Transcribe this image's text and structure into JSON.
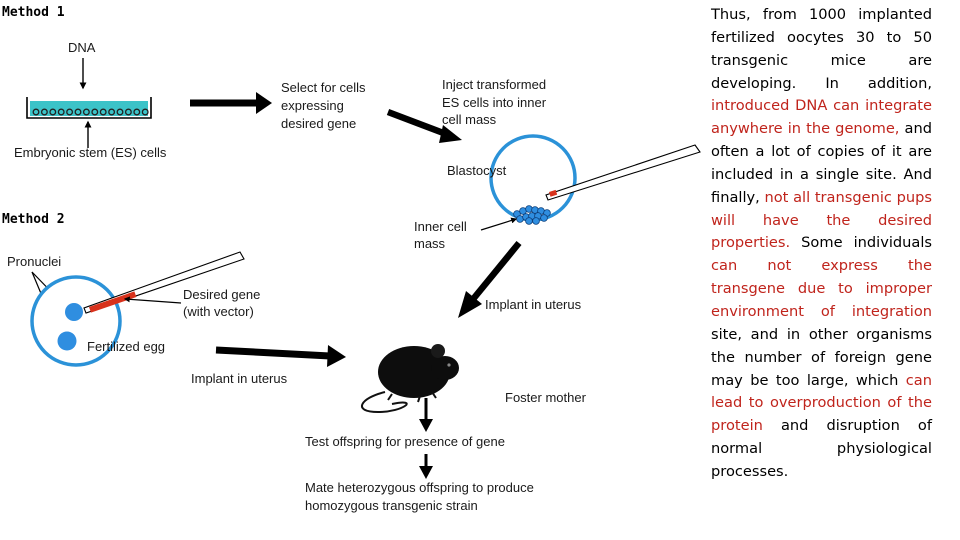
{
  "diagram": {
    "method1_title": "Method 1",
    "dna": "DNA",
    "es_cells": "Embryonic stem (ES) cells",
    "select_cells": [
      "Select for cells",
      "expressing",
      "desired gene"
    ],
    "inject": [
      "Inject transformed",
      "ES cells into inner",
      "cell mass"
    ],
    "blastocyst": "Blastocyst",
    "inner_cell_mass": [
      "Inner cell",
      "mass"
    ],
    "method2_title": "Method 2",
    "pronuclei": "Pronuclei",
    "desired_gene": [
      "Desired gene",
      "(with vector)"
    ],
    "fertilized_egg": "Fertilized egg",
    "implant_uterus_1": "Implant in uterus",
    "implant_uterus_2": "Implant in uterus",
    "foster_mother": "Foster mother",
    "test_offspring": "Test offspring for presence of gene",
    "mate": [
      "Mate heterozygous offspring to produce",
      "homozygous transgenic strain"
    ]
  },
  "text_block": {
    "segments": [
      {
        "text": "Thus, from 1000 implanted fertilized oocytes 30 to 50 transgenic mice are developing. In addition, ",
        "color": "black"
      },
      {
        "text": "introduced DNA can integrate anywhere in the genome,",
        "color": "red"
      },
      {
        "text": " and often a lot of copies of it are included in a single site. And finally, ",
        "color": "black"
      },
      {
        "text": "not all transgenic pups will have the desired properties.",
        "color": "red"
      },
      {
        "text": " Some individuals ",
        "color": "black"
      },
      {
        "text": "can not express the transgene due to improper environment of integration",
        "color": "red"
      },
      {
        "text": " site, and in other organisms the number of foreign gene may be too large, which ",
        "color": "black"
      },
      {
        "text": "can lead to overproduction of the protein",
        "color": "red"
      },
      {
        "text": " and disruption of normal physiological processes.",
        "color": "black"
      }
    ]
  },
  "colors": {
    "cyan": "#3cc3c8",
    "ring_blue": "#2b92d8",
    "cell_blue": "#2f8ee0",
    "gene_red": "#d8321c",
    "text_red": "#c0241c"
  }
}
